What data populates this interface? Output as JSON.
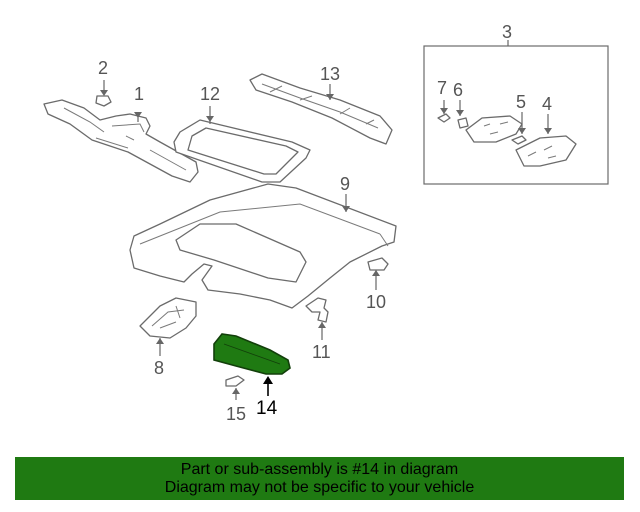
{
  "callouts": {
    "c1": "1",
    "c2": "2",
    "c3": "3",
    "c4": "4",
    "c5": "5",
    "c6": "6",
    "c7": "7",
    "c8": "8",
    "c9": "9",
    "c10": "10",
    "c11": "11",
    "c12": "12",
    "c13": "13",
    "c14": "14",
    "c15": "15"
  },
  "highlight_part": "14",
  "colors": {
    "highlight_fill": "#1f7a12",
    "banner_bg": "#1f7a12",
    "line": "#6b6b6b"
  },
  "banner": {
    "line1": "Part or sub-assembly is #14 in diagram",
    "line2": "Diagram may not be specific to your vehicle"
  }
}
